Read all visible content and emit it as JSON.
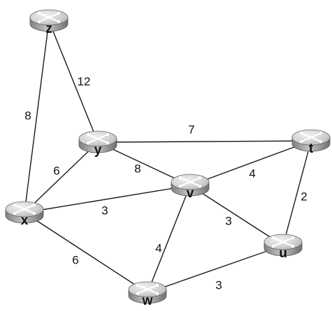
{
  "graph": {
    "nodes": [
      {
        "id": "z",
        "label": "z"
      },
      {
        "id": "y",
        "label": "y"
      },
      {
        "id": "t",
        "label": "t"
      },
      {
        "id": "v",
        "label": "v"
      },
      {
        "id": "x",
        "label": "x"
      },
      {
        "id": "u",
        "label": "u"
      },
      {
        "id": "w",
        "label": "w"
      }
    ],
    "edges": [
      {
        "from": "z",
        "to": "x",
        "weight": "8"
      },
      {
        "from": "z",
        "to": "y",
        "weight": "12"
      },
      {
        "from": "y",
        "to": "t",
        "weight": "7"
      },
      {
        "from": "y",
        "to": "x",
        "weight": "6"
      },
      {
        "from": "y",
        "to": "v",
        "weight": "8"
      },
      {
        "from": "x",
        "to": "v",
        "weight": "3"
      },
      {
        "from": "x",
        "to": "w",
        "weight": "6"
      },
      {
        "from": "v",
        "to": "t",
        "weight": "4"
      },
      {
        "from": "v",
        "to": "u",
        "weight": "3"
      },
      {
        "from": "v",
        "to": "w",
        "weight": "4"
      },
      {
        "from": "t",
        "to": "u",
        "weight": "2"
      },
      {
        "from": "u",
        "to": "w",
        "weight": "3"
      }
    ]
  }
}
